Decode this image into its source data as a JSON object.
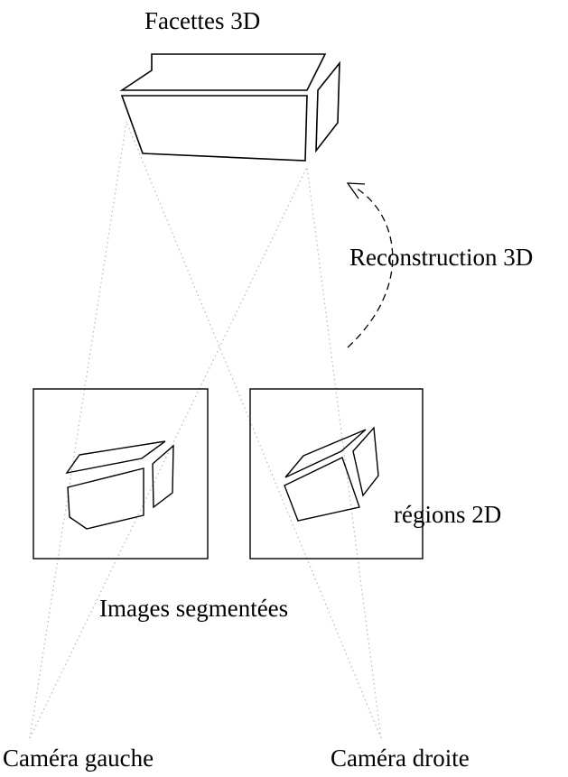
{
  "diagram": {
    "labels": {
      "facettes": "Facettes 3D",
      "reconstruction": "Reconstruction 3D",
      "regions": "régions 2D",
      "images": "Images segmentées",
      "camera_left": "Caméra gauche",
      "camera_right": "Caméra droite"
    },
    "colors": {
      "stroke": "#000000",
      "projection_line": "#b8b8b8",
      "background": "#ffffff"
    }
  }
}
